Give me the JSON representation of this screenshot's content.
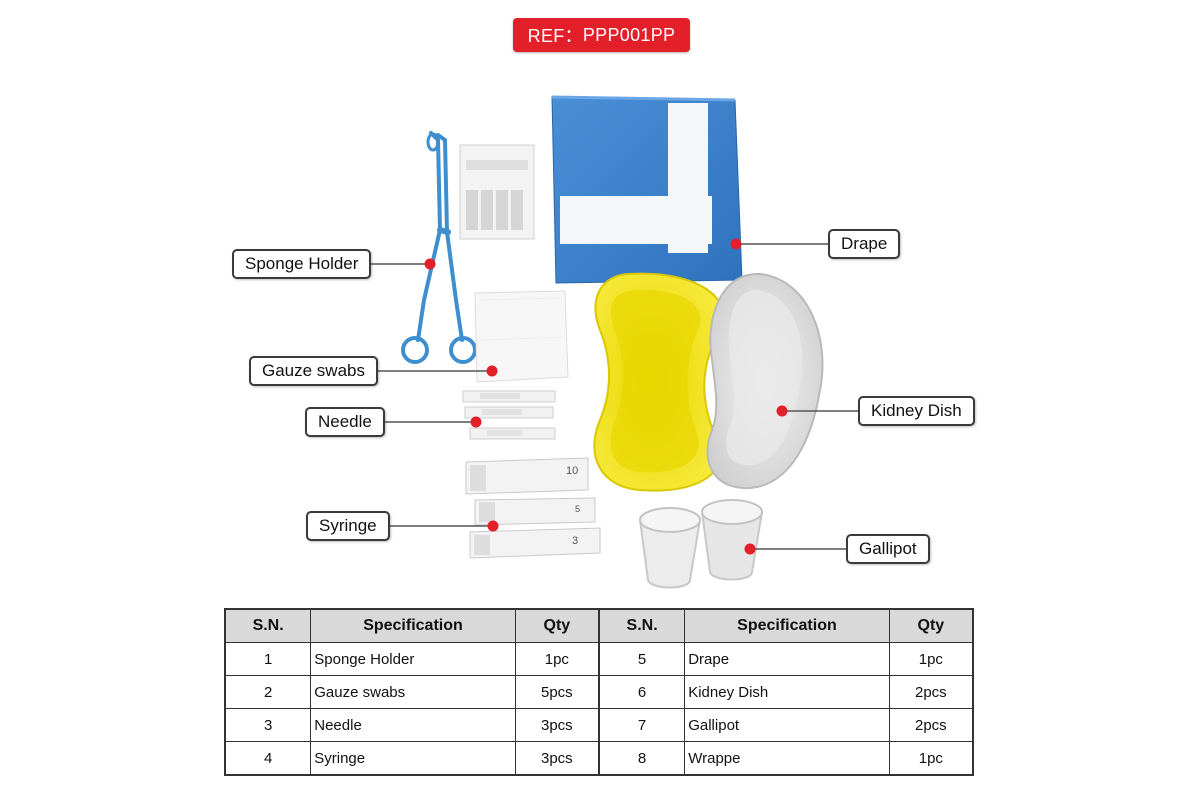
{
  "ref": {
    "label": "REF：",
    "code": "PPP001PP"
  },
  "callouts": {
    "sponge_holder": "Sponge Holder",
    "gauze_swabs": "Gauze swabs",
    "needle": "Needle",
    "syringe": "Syringe",
    "drape": "Drape",
    "kidney_dish": "Kidney Dish",
    "gallipot": "Gallipot"
  },
  "syringe_marks": [
    "10",
    "5",
    "3"
  ],
  "table": {
    "headers": [
      "S.N.",
      "Specification",
      "Qty",
      "S.N.",
      "Specification",
      "Qty"
    ],
    "rows": [
      [
        "1",
        "Sponge Holder",
        "1pc",
        "5",
        "Drape",
        "1pc"
      ],
      [
        "2",
        "Gauze swabs",
        "5pcs",
        "6",
        "Kidney Dish",
        "2pcs"
      ],
      [
        "3",
        "Needle",
        "3pcs",
        "7",
        "Gallipot",
        "2pcs"
      ],
      [
        "4",
        "Syringe",
        "3pcs",
        "8",
        "Wrappe",
        "1pc"
      ]
    ]
  },
  "colors": {
    "badge": "#e3202a",
    "pointer": "#e3202a",
    "drape": "#3d82cc",
    "dish_yellow": "#f2e21a"
  }
}
